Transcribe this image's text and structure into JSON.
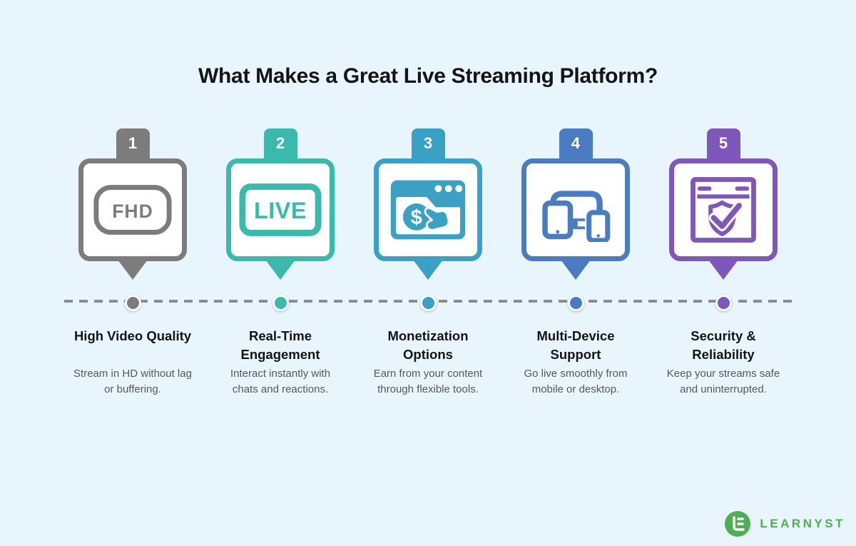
{
  "title": "What Makes a Great Live Streaming Platform?",
  "colors": {
    "background": "#E9F5FC",
    "dash_line": "#8C8C8C",
    "title_text": "#141414",
    "desc_text": "#575757"
  },
  "steps": [
    {
      "number": "1",
      "color": "#7C7C7C",
      "icon": "fhd-badge-icon",
      "badge_text": "FHD",
      "title_line1": "High Video Quality",
      "title_line2": "",
      "desc_line1": "Stream in HD without lag",
      "desc_line2": "or buffering."
    },
    {
      "number": "2",
      "color": "#3CB9AD",
      "icon": "live-badge-icon",
      "badge_text": "LIVE",
      "title_line1": "Real-Time",
      "title_line2": "Engagement",
      "desc_line1": "Interact instantly with",
      "desc_line2": "chats and reactions."
    },
    {
      "number": "3",
      "color": "#3AA0C4",
      "icon": "monetization-browser-dollar-icon",
      "title_line1": "Monetization",
      "title_line2": "Options",
      "desc_line1": "Earn from your content",
      "desc_line2": "through flexible tools."
    },
    {
      "number": "4",
      "color": "#4B7CC1",
      "icon": "multi-device-icon",
      "title_line1": "Multi-Device",
      "title_line2": "Support",
      "desc_line1": "Go live smoothly from",
      "desc_line2": "mobile or desktop."
    },
    {
      "number": "5",
      "color": "#7F56B9",
      "icon": "security-shield-check-browser-icon",
      "title_line1": "Security &",
      "title_line2": "Reliability",
      "desc_line1": "Keep your streams safe",
      "desc_line2": "and uninterrupted."
    }
  ],
  "footer": {
    "brand": "LEARNYST",
    "color": "#4DAE52",
    "logo_icon": "learnyst-logo-icon"
  }
}
